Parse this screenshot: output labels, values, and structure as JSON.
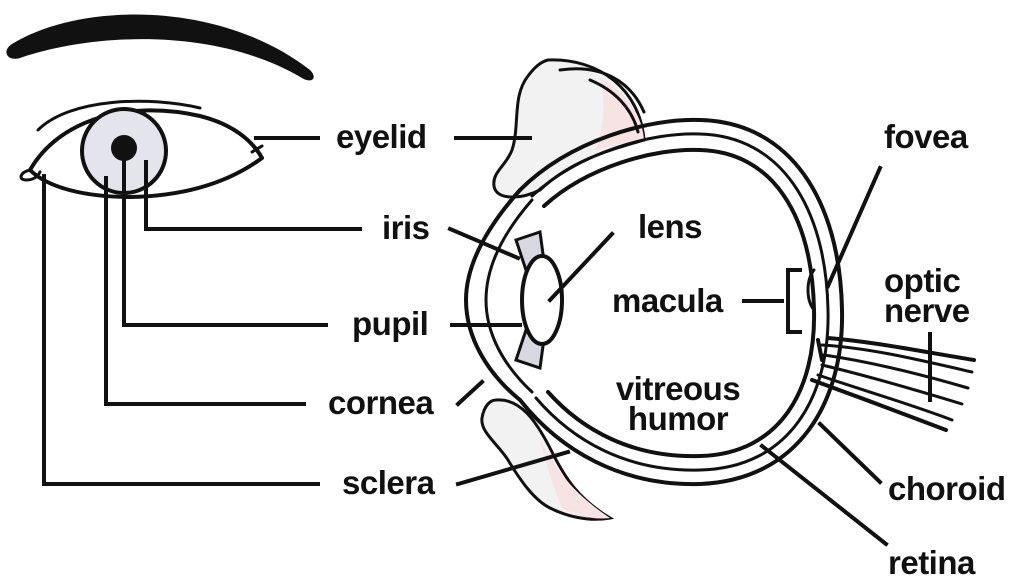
{
  "labels": {
    "eyelid": "eyelid",
    "iris": "iris",
    "pupil": "pupil",
    "cornea": "cornea",
    "sclera": "sclera",
    "lens": "lens",
    "macula": "macula",
    "vitreous_humor_line1": "vitreous",
    "vitreous_humor_line2": "humor",
    "fovea": "fovea",
    "optic_nerve_line1": "optic",
    "optic_nerve_line2": "nerve",
    "choroid": "choroid",
    "retina": "retina"
  },
  "colors": {
    "ink": "#111111",
    "iris_fill": "#e4e4ec",
    "lid_tissue": "#f2f2f2",
    "tissue_pink": "#f7e3e3",
    "background": "#ffffff"
  }
}
